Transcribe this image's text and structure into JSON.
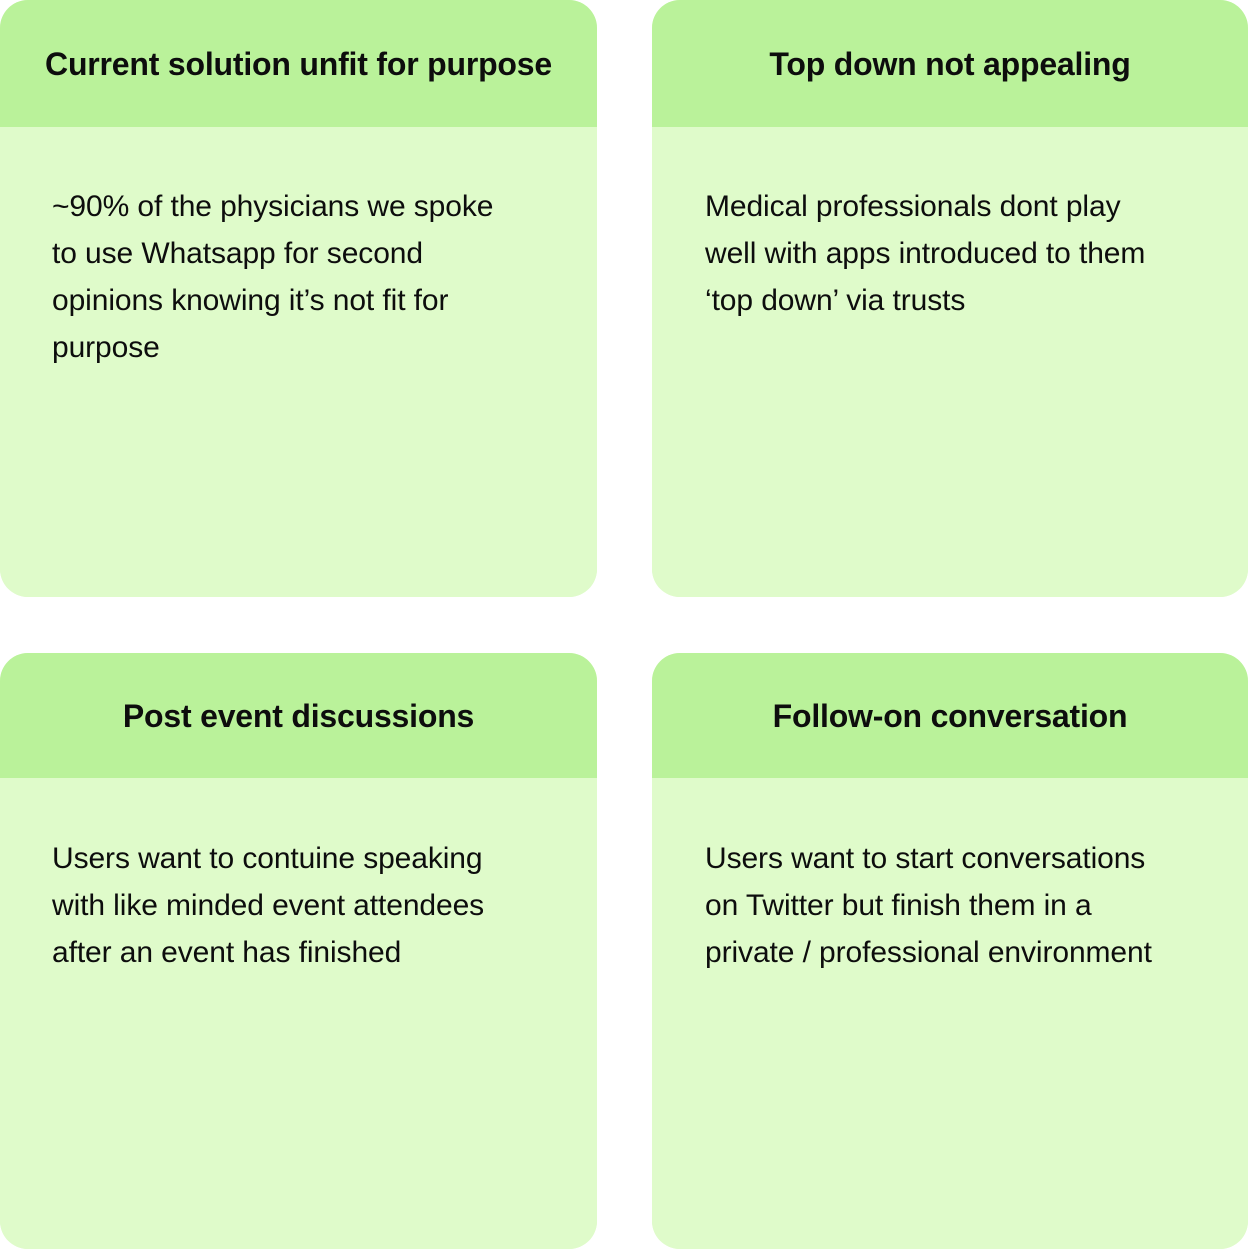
{
  "theme": {
    "page_background": "#ffffff",
    "card_header_color": "#baf29a",
    "card_body_color": "#dffbca",
    "text_color": "#0d0d0d"
  },
  "board": {
    "layout": "2x2-grid",
    "cards": [
      {
        "id": "current-solution-unfit-for-purpose",
        "title": "Current solution unfit for purpose",
        "body": "~90% of the physicians we spoke\nto use Whatsapp for second\nopinions knowing it’s not fit for\npurpose"
      },
      {
        "id": "top-down-not-appealing",
        "title": "Top down not appealing",
        "body": "Medical professionals dont play\nwell with apps introduced to them\n‘top down’ via trusts"
      },
      {
        "id": "post-event-discussions",
        "title": "Post event discussions",
        "body": "Users want to contuine speaking\nwith like minded event attendees\nafter an event has finished"
      },
      {
        "id": "follow-on-conversation",
        "title": "Follow-on conversation",
        "body": "Users want to start conversations\non Twitter but finish them in a\nprivate / professional environment"
      }
    ]
  }
}
